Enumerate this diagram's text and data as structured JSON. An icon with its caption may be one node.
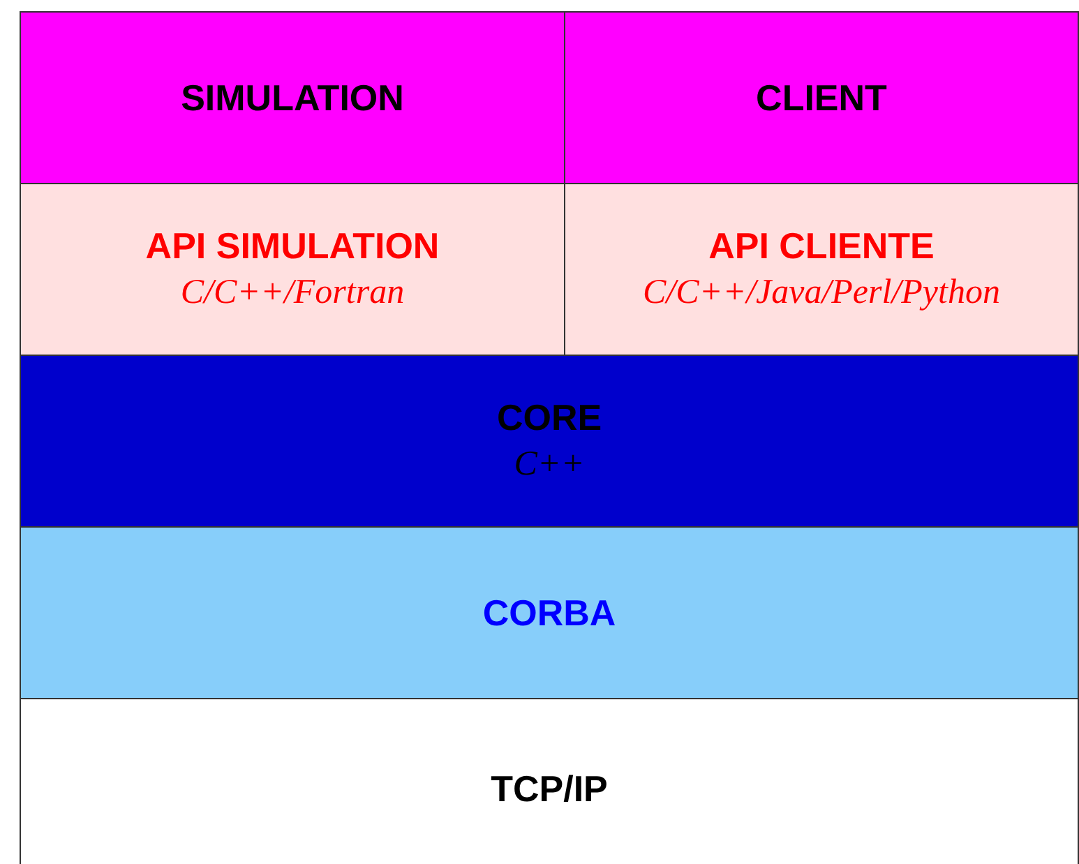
{
  "diagram": {
    "nodes": [
      {
        "text": [
          "SIMULATION"
        ]
      },
      {
        "text": [
          "CLIENT"
        ]
      },
      {
        "text": [
          "API SIMULATION",
          "C/C++/Fortran"
        ]
      },
      {
        "text": [
          "API CLIENTE",
          "C/C++/Java/Perl/Python"
        ]
      },
      {
        "text": [
          "CORE",
          "C++"
        ]
      },
      {
        "text": [
          "CORBA"
        ]
      },
      {
        "text": [
          "TCP/IP"
        ]
      }
    ]
  }
}
